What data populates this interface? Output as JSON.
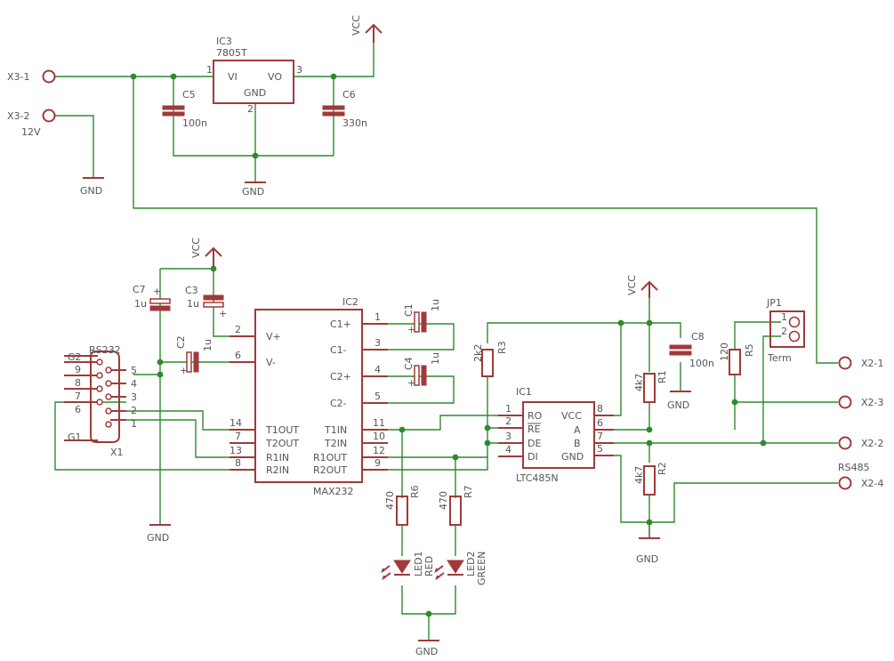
{
  "colors": {
    "wire": "#2f8a2f",
    "part": "#a03a3a",
    "text": "#555555",
    "background": "#ffffff"
  },
  "power": {
    "vcc": "VCC",
    "gnd": "GND"
  },
  "connectors": {
    "x3_1": "X3-1",
    "x3_2": "X3-2",
    "x3_2_voltage": "12V",
    "x2_1": "X2-1",
    "x2_2": "X2-2",
    "x2_3": "X2-3",
    "x2_4": "X2-4",
    "x2_4_net": "RS485"
  },
  "regulator": {
    "name": "IC3",
    "part": "7805T",
    "vi": "VI",
    "vo": "VO",
    "gnd": "GND",
    "pin1": "1",
    "pin2": "2",
    "pin3": "3"
  },
  "caps": {
    "c5": {
      "name": "C5",
      "value": "100n"
    },
    "c6": {
      "name": "C6",
      "value": "330n"
    },
    "c7": {
      "name": "C7",
      "value": "1u"
    },
    "c3": {
      "name": "C3",
      "value": "1u"
    },
    "c2": {
      "name": "C2",
      "value": "1u"
    },
    "c1": {
      "name": "C1",
      "value": "1u"
    },
    "c4": {
      "name": "C4",
      "value": "1u"
    },
    "c8": {
      "name": "C8",
      "value": "100n"
    }
  },
  "max232": {
    "name": "IC2",
    "part": "MAX232",
    "left_pins": [
      {
        "num": "2",
        "label": "V+"
      },
      {
        "num": "6",
        "label": "V-"
      },
      {
        "num": "14",
        "label": "T1OUT"
      },
      {
        "num": "7",
        "label": "T2OUT"
      },
      {
        "num": "13",
        "label": "R1IN"
      },
      {
        "num": "8",
        "label": "R2IN"
      }
    ],
    "right_pins": [
      {
        "num": "1",
        "label": "C1+"
      },
      {
        "num": "3",
        "label": "C1-"
      },
      {
        "num": "4",
        "label": "C2+"
      },
      {
        "num": "5",
        "label": "C2-"
      },
      {
        "num": "11",
        "label": "T1IN"
      },
      {
        "num": "10",
        "label": "T2IN"
      },
      {
        "num": "12",
        "label": "R1OUT"
      },
      {
        "num": "9",
        "label": "R2OUT"
      }
    ]
  },
  "ltc485": {
    "name": "IC1",
    "part": "LTC485N",
    "left_pins": [
      {
        "num": "1",
        "label": "RO"
      },
      {
        "num": "2",
        "label": "RE"
      },
      {
        "num": "3",
        "label": "DE"
      },
      {
        "num": "4",
        "label": "DI"
      }
    ],
    "right_pins": [
      {
        "num": "8",
        "label": "VCC"
      },
      {
        "num": "6",
        "label": "A"
      },
      {
        "num": "7",
        "label": "B"
      },
      {
        "num": "5",
        "label": "GND"
      }
    ]
  },
  "db9": {
    "name": "RS232",
    "designator": "X1",
    "g1": "G1",
    "g2": "G2",
    "left_pins": [
      "9",
      "8",
      "7",
      "6"
    ],
    "right_pins": [
      "5",
      "4",
      "3",
      "2",
      "1"
    ]
  },
  "resistors": {
    "r1": {
      "name": "R1",
      "value": "4k7"
    },
    "r2": {
      "name": "R2",
      "value": "4k7"
    },
    "r3": {
      "name": "R3",
      "value": "2k2"
    },
    "r5": {
      "name": "R5",
      "value": "120"
    },
    "r6": {
      "name": "R6",
      "value": "470"
    },
    "r7": {
      "name": "R7",
      "value": "470"
    }
  },
  "leds": {
    "led1": {
      "name": "LED1",
      "color": "RED"
    },
    "led2": {
      "name": "LED2",
      "color": "GREEN"
    }
  },
  "jumper": {
    "name": "JP1",
    "label": "Term",
    "pin1": "1",
    "pin2": "2"
  }
}
